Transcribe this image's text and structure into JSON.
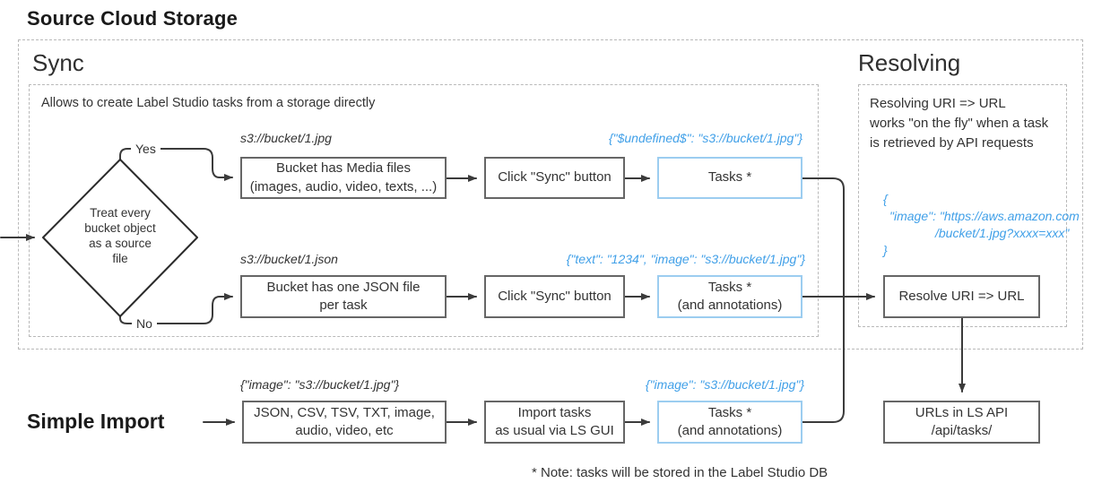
{
  "title": "Source Cloud Storage",
  "sync": {
    "heading": "Sync",
    "description": "Allows to create Label Studio tasks from a storage directly",
    "decision": {
      "text": "Treat every bucket object as a source file",
      "yes_label": "Yes",
      "no_label": "No"
    },
    "row_media": {
      "uri_label": "s3://bucket/1.jpg",
      "source_line1": "Bucket has Media files",
      "source_line2": "(images, audio, video, texts, ...)",
      "action": "Click \"Sync\" button",
      "task_json_label": "{\"$undefined$\": \"s3://bucket/1.jpg\"}",
      "tasks_line1": "Tasks *"
    },
    "row_json": {
      "uri_label": "s3://bucket/1.json",
      "source_line1": "Bucket has one JSON file",
      "source_line2": "per task",
      "action": "Click \"Sync\" button",
      "task_json_label": "{\"text\": \"1234\", \"image\": \"s3://bucket/1.jpg\"}",
      "tasks_line1": "Tasks *",
      "tasks_line2": "(and annotations)"
    }
  },
  "simple_import": {
    "heading": "Simple Import",
    "input_json_label": "{\"image\": \"s3://bucket/1.jpg\"}",
    "source_line1": "JSON, CSV, TSV, TXT, image,",
    "source_line2": "audio, video, etc",
    "action_line1": "Import tasks",
    "action_line2": "as usual via LS GUI",
    "task_json_label": "{\"image\": \"s3://bucket/1.jpg\"}",
    "tasks_line1": "Tasks *",
    "tasks_line2": "(and annotations)"
  },
  "resolving": {
    "heading": "Resolving",
    "description_lines": [
      "Resolving URI => URL",
      "works \"on the fly\" when a task",
      "is retrieved by API requests"
    ],
    "json_lines": [
      "{",
      "\"image\": \"https://aws.amazon.com",
      "/bucket/1.jpg?xxxx=xxx\"",
      "}"
    ],
    "resolve_box": "Resolve URI => URL",
    "urls_line1": "URLs in LS API",
    "urls_line2": "/api/tasks/"
  },
  "footnote": "* Note: tasks will be stored in the Label Studio DB",
  "colors": {
    "blue_text": "#41a0e8",
    "blue_border": "#9ccdf0",
    "box_border": "#666666",
    "line": "#3b3b3b",
    "dashed_border": "#b9b9b9"
  }
}
